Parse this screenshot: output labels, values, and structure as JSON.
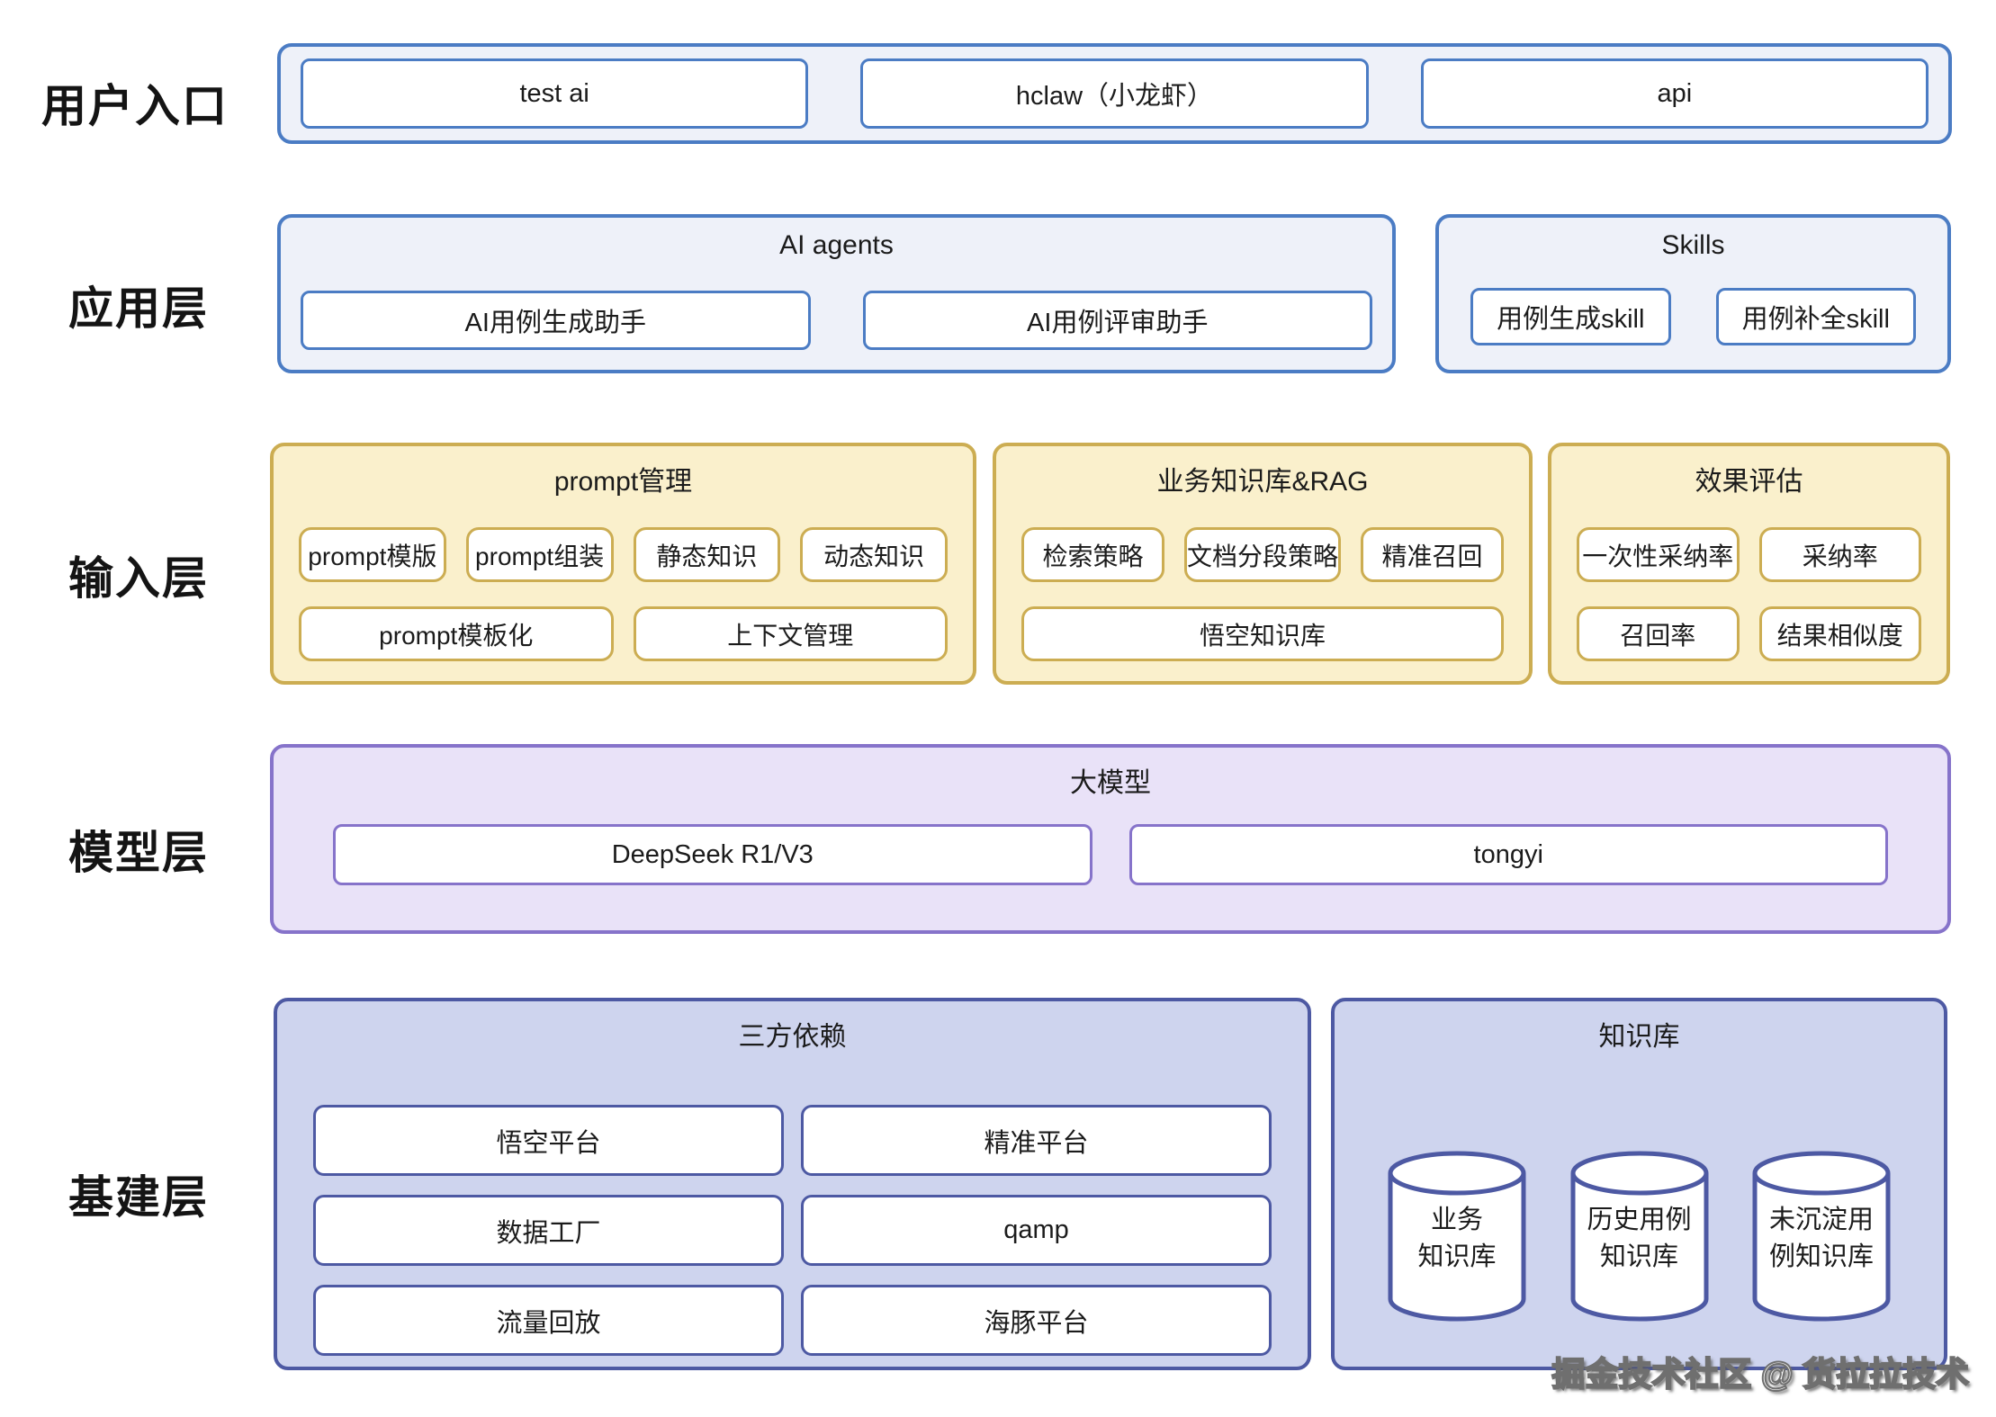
{
  "watermark": "掘金技术社区 @ 货拉拉技术",
  "colors": {
    "blue_border": "#4b7cc4",
    "blue_fill": "#eef1f9",
    "yellow_border": "#ccad52",
    "yellow_fill": "#faf0cc",
    "purple_border": "#8673ca",
    "purple_fill": "#e9e2f8",
    "slate_border": "#4d59a3",
    "slate_fill": "#ced4ee"
  },
  "layers": {
    "user_entry": {
      "label": "用户入口",
      "boxes": [
        "test ai",
        "hclaw（小龙虾）",
        "api"
      ]
    },
    "application": {
      "label": "应用层",
      "ai_agents": {
        "title": "AI agents",
        "boxes": [
          "AI用例生成助手",
          "AI用例评审助手"
        ]
      },
      "skills": {
        "title": "Skills",
        "boxes": [
          "用例生成skill",
          "用例补全skill"
        ]
      }
    },
    "input": {
      "label": "输入层",
      "prompt_mgmt": {
        "title": "prompt管理",
        "row1": [
          "prompt模版",
          "prompt组装",
          "静态知识",
          "动态知识"
        ],
        "row2": [
          "prompt模板化",
          "上下文管理"
        ]
      },
      "rag": {
        "title": "业务知识库&RAG",
        "row1": [
          "检索策略",
          "文档分段策略",
          "精准召回"
        ],
        "row2": [
          "悟空知识库"
        ]
      },
      "evaluation": {
        "title": "效果评估",
        "row1": [
          "一次性采纳率",
          "采纳率"
        ],
        "row2": [
          "召回率",
          "结果相似度"
        ]
      }
    },
    "model": {
      "label": "模型层",
      "title": "大模型",
      "boxes": [
        "DeepSeek R1/V3",
        "tongyi"
      ]
    },
    "infra": {
      "label": "基建层",
      "third_party": {
        "title": "三方依赖",
        "rows": [
          [
            "悟空平台",
            "精准平台"
          ],
          [
            "数据工厂",
            "qamp"
          ],
          [
            "流量回放",
            "海豚平台"
          ]
        ]
      },
      "knowledge": {
        "title": "知识库",
        "cylinders": [
          {
            "line1": "业务",
            "line2": "知识库"
          },
          {
            "line1": "历史用例",
            "line2": "知识库"
          },
          {
            "line1": "未沉淀用",
            "line2": "例知识库"
          }
        ]
      }
    }
  }
}
